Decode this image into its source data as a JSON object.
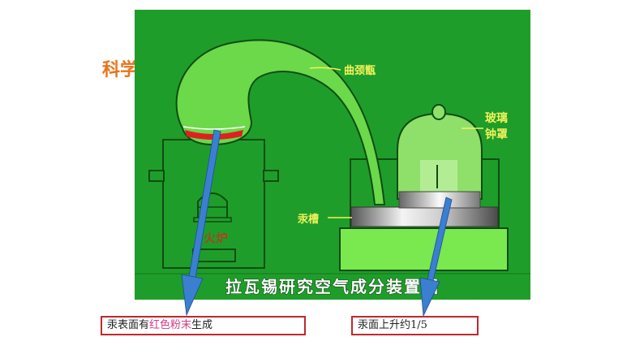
{
  "side_title": "科学",
  "diagram": {
    "caption": "拉瓦锡研究空气成分装置图",
    "labels": {
      "retort": "曲颈甑",
      "bell_jar_line1": "玻璃",
      "bell_jar_line2": "钟罩",
      "trough": "汞槽",
      "furnace": "火炉"
    },
    "colors": {
      "background": "#1f9d2a",
      "light_green": "#6bd94a",
      "outline": "#0e4d12",
      "label_text": "#f2f25a",
      "arrow": "#3b7fd1",
      "red_powder": "#e02020"
    }
  },
  "callouts": {
    "left": {
      "prefix": "汞表面有",
      "highlight": "红色粉末",
      "suffix": "生成"
    },
    "right": {
      "text": "汞面上升约1/5"
    }
  }
}
